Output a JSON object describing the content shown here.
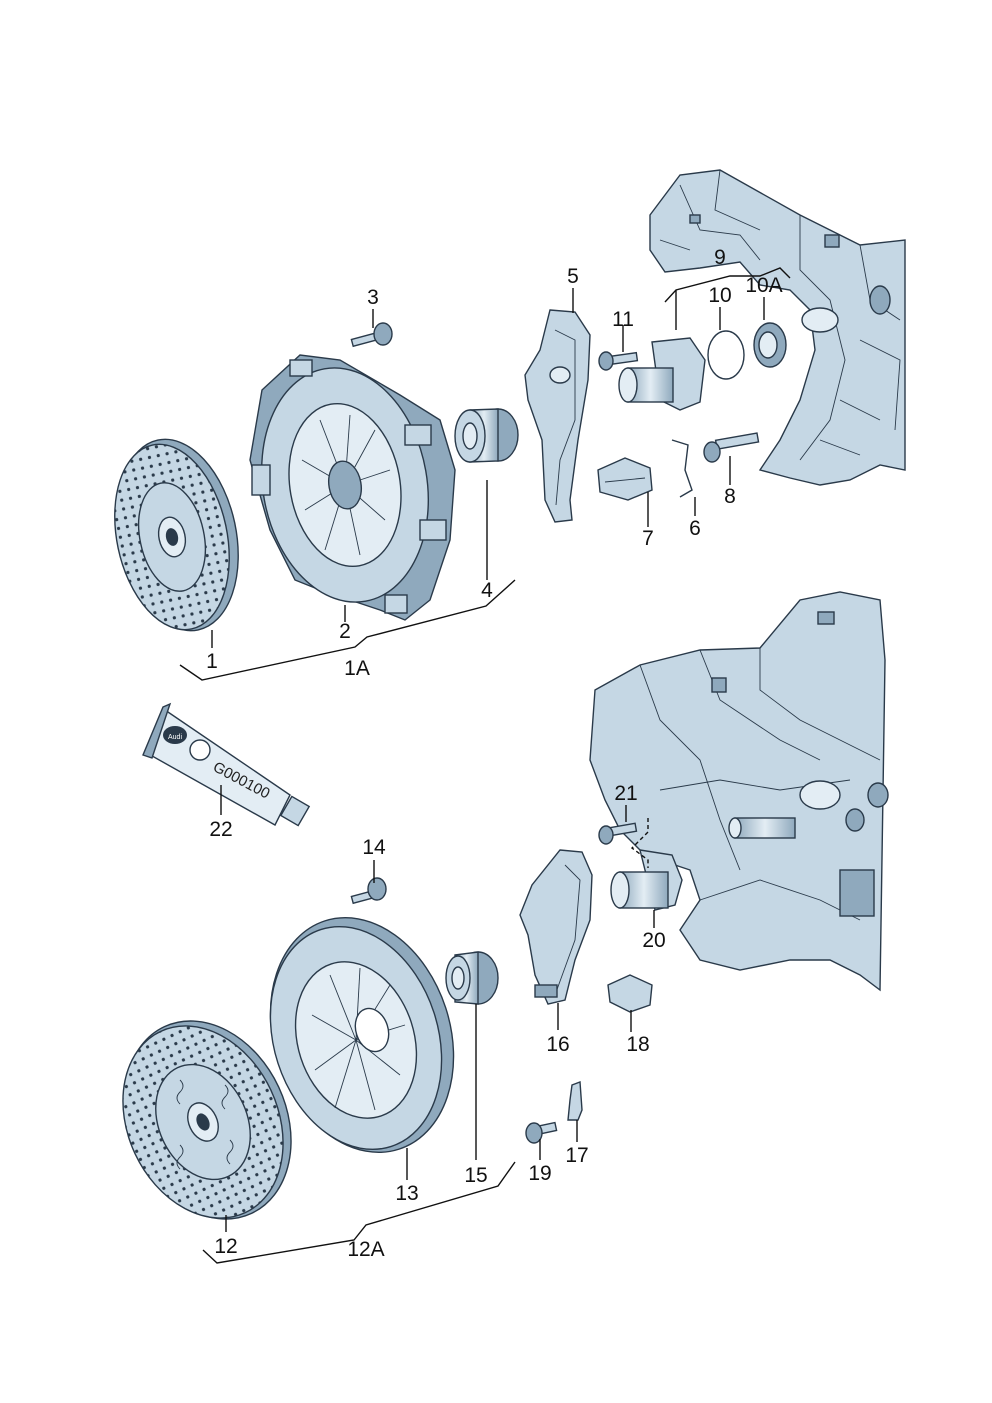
{
  "labels": {
    "l1": "1",
    "l1A": "1A",
    "l2": "2",
    "l3": "3",
    "l4": "4",
    "l5": "5",
    "l6": "6",
    "l7": "7",
    "l8": "8",
    "l9": "9",
    "l10": "10",
    "l10A": "10A",
    "l11": "11",
    "l12": "12",
    "l12A": "12A",
    "l13": "13",
    "l14": "14",
    "l15": "15",
    "l16": "16",
    "l17": "17",
    "l18": "18",
    "l19": "19",
    "l20": "20",
    "l21": "21",
    "l22": "22"
  },
  "tube": {
    "code": "G000100",
    "brand": "Audi"
  },
  "colors": {
    "part_fill": "#c5d7e4",
    "part_light": "#e3edf4",
    "part_dark": "#8fa9bd",
    "outline": "#2a3a4a"
  }
}
